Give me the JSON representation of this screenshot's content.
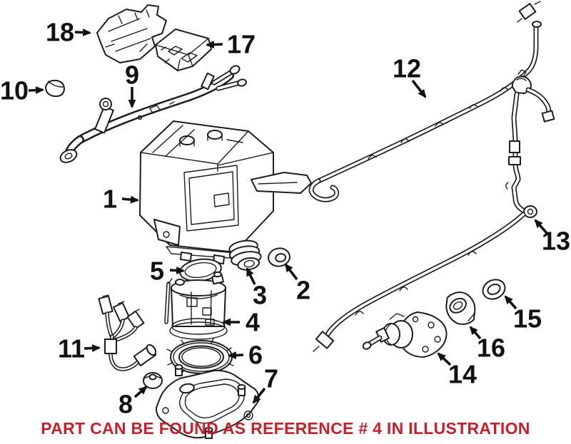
{
  "diagram": {
    "type": "exploded-parts-diagram",
    "background": "#ffffff",
    "line_color": "#1d1d1d",
    "footer": {
      "text": "PART CAN BE FOUND AS REFERENCE # 4 IN ILLUSTRATION",
      "color": "#c8202a",
      "highlighted_reference": "4"
    },
    "callouts": [
      {
        "number": "1",
        "depicts": "canister-assembly"
      },
      {
        "number": "2",
        "depicts": "grommet-seal"
      },
      {
        "number": "3",
        "depicts": "ribbed-sleeve-bushing"
      },
      {
        "number": "4",
        "depicts": "pump-module"
      },
      {
        "number": "5",
        "depicts": "o-ring"
      },
      {
        "number": "6",
        "depicts": "lock-ring-gasket"
      },
      {
        "number": "7",
        "depicts": "mounting-plate"
      },
      {
        "number": "8",
        "depicts": "rubber-grommet"
      },
      {
        "number": "9",
        "depicts": "filler-pipe-assembly"
      },
      {
        "number": "10",
        "depicts": "cap"
      },
      {
        "number": "11",
        "depicts": "wiring-harness"
      },
      {
        "number": "12",
        "depicts": "vent-tube"
      },
      {
        "number": "13",
        "depicts": "tube-assembly"
      },
      {
        "number": "14",
        "depicts": "leak-detection-pump"
      },
      {
        "number": "15",
        "depicts": "seal-ring"
      },
      {
        "number": "16",
        "depicts": "rubber-boot"
      },
      {
        "number": "17",
        "depicts": "control-module"
      },
      {
        "number": "18",
        "depicts": "bracket-shield"
      }
    ]
  }
}
